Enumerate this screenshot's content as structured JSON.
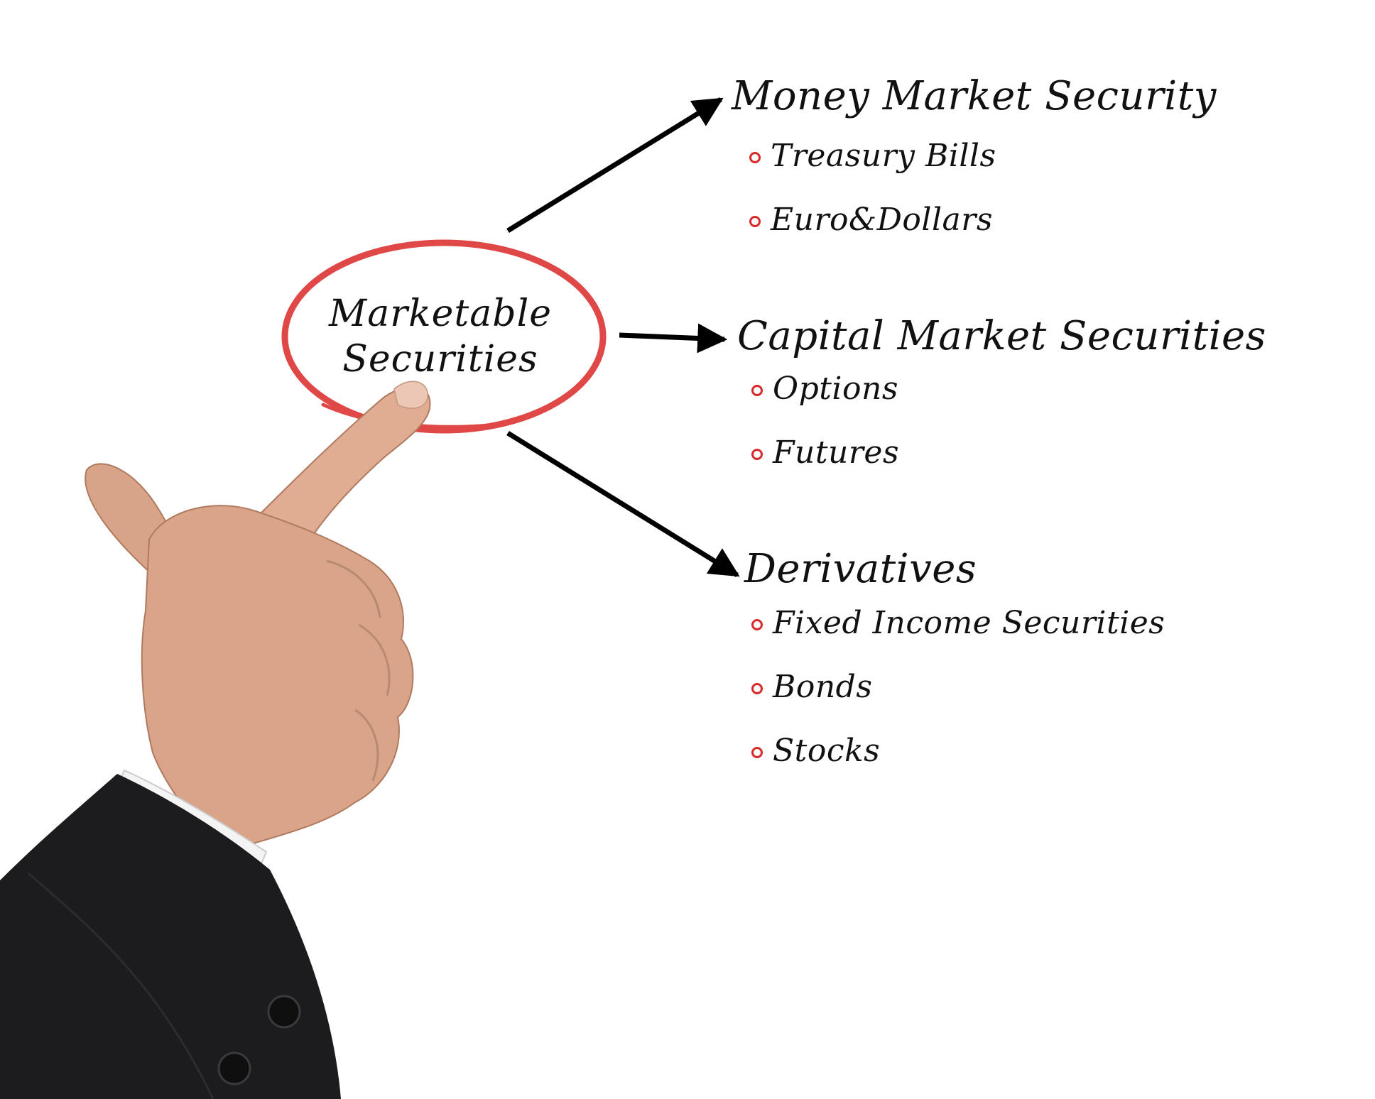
{
  "center": {
    "line1": "Marketable",
    "line2": "Securities"
  },
  "branches": [
    {
      "heading": "Money Market Security",
      "items": [
        "Treasury Bills",
        "Euro&Dollars"
      ]
    },
    {
      "heading": "Capital Market Securities",
      "items": [
        "Options",
        "Futures"
      ]
    },
    {
      "heading": "Derivatives",
      "items": [
        "Fixed Income Securities",
        "Bonds",
        "Stocks"
      ]
    }
  ],
  "colors": {
    "ellipse": "#e04848",
    "bullet": "#d92a2a",
    "text": "#111111",
    "arrow": "#000000",
    "background": "#ffffff"
  },
  "icons": {
    "hand": "pointing-hand-icon"
  }
}
